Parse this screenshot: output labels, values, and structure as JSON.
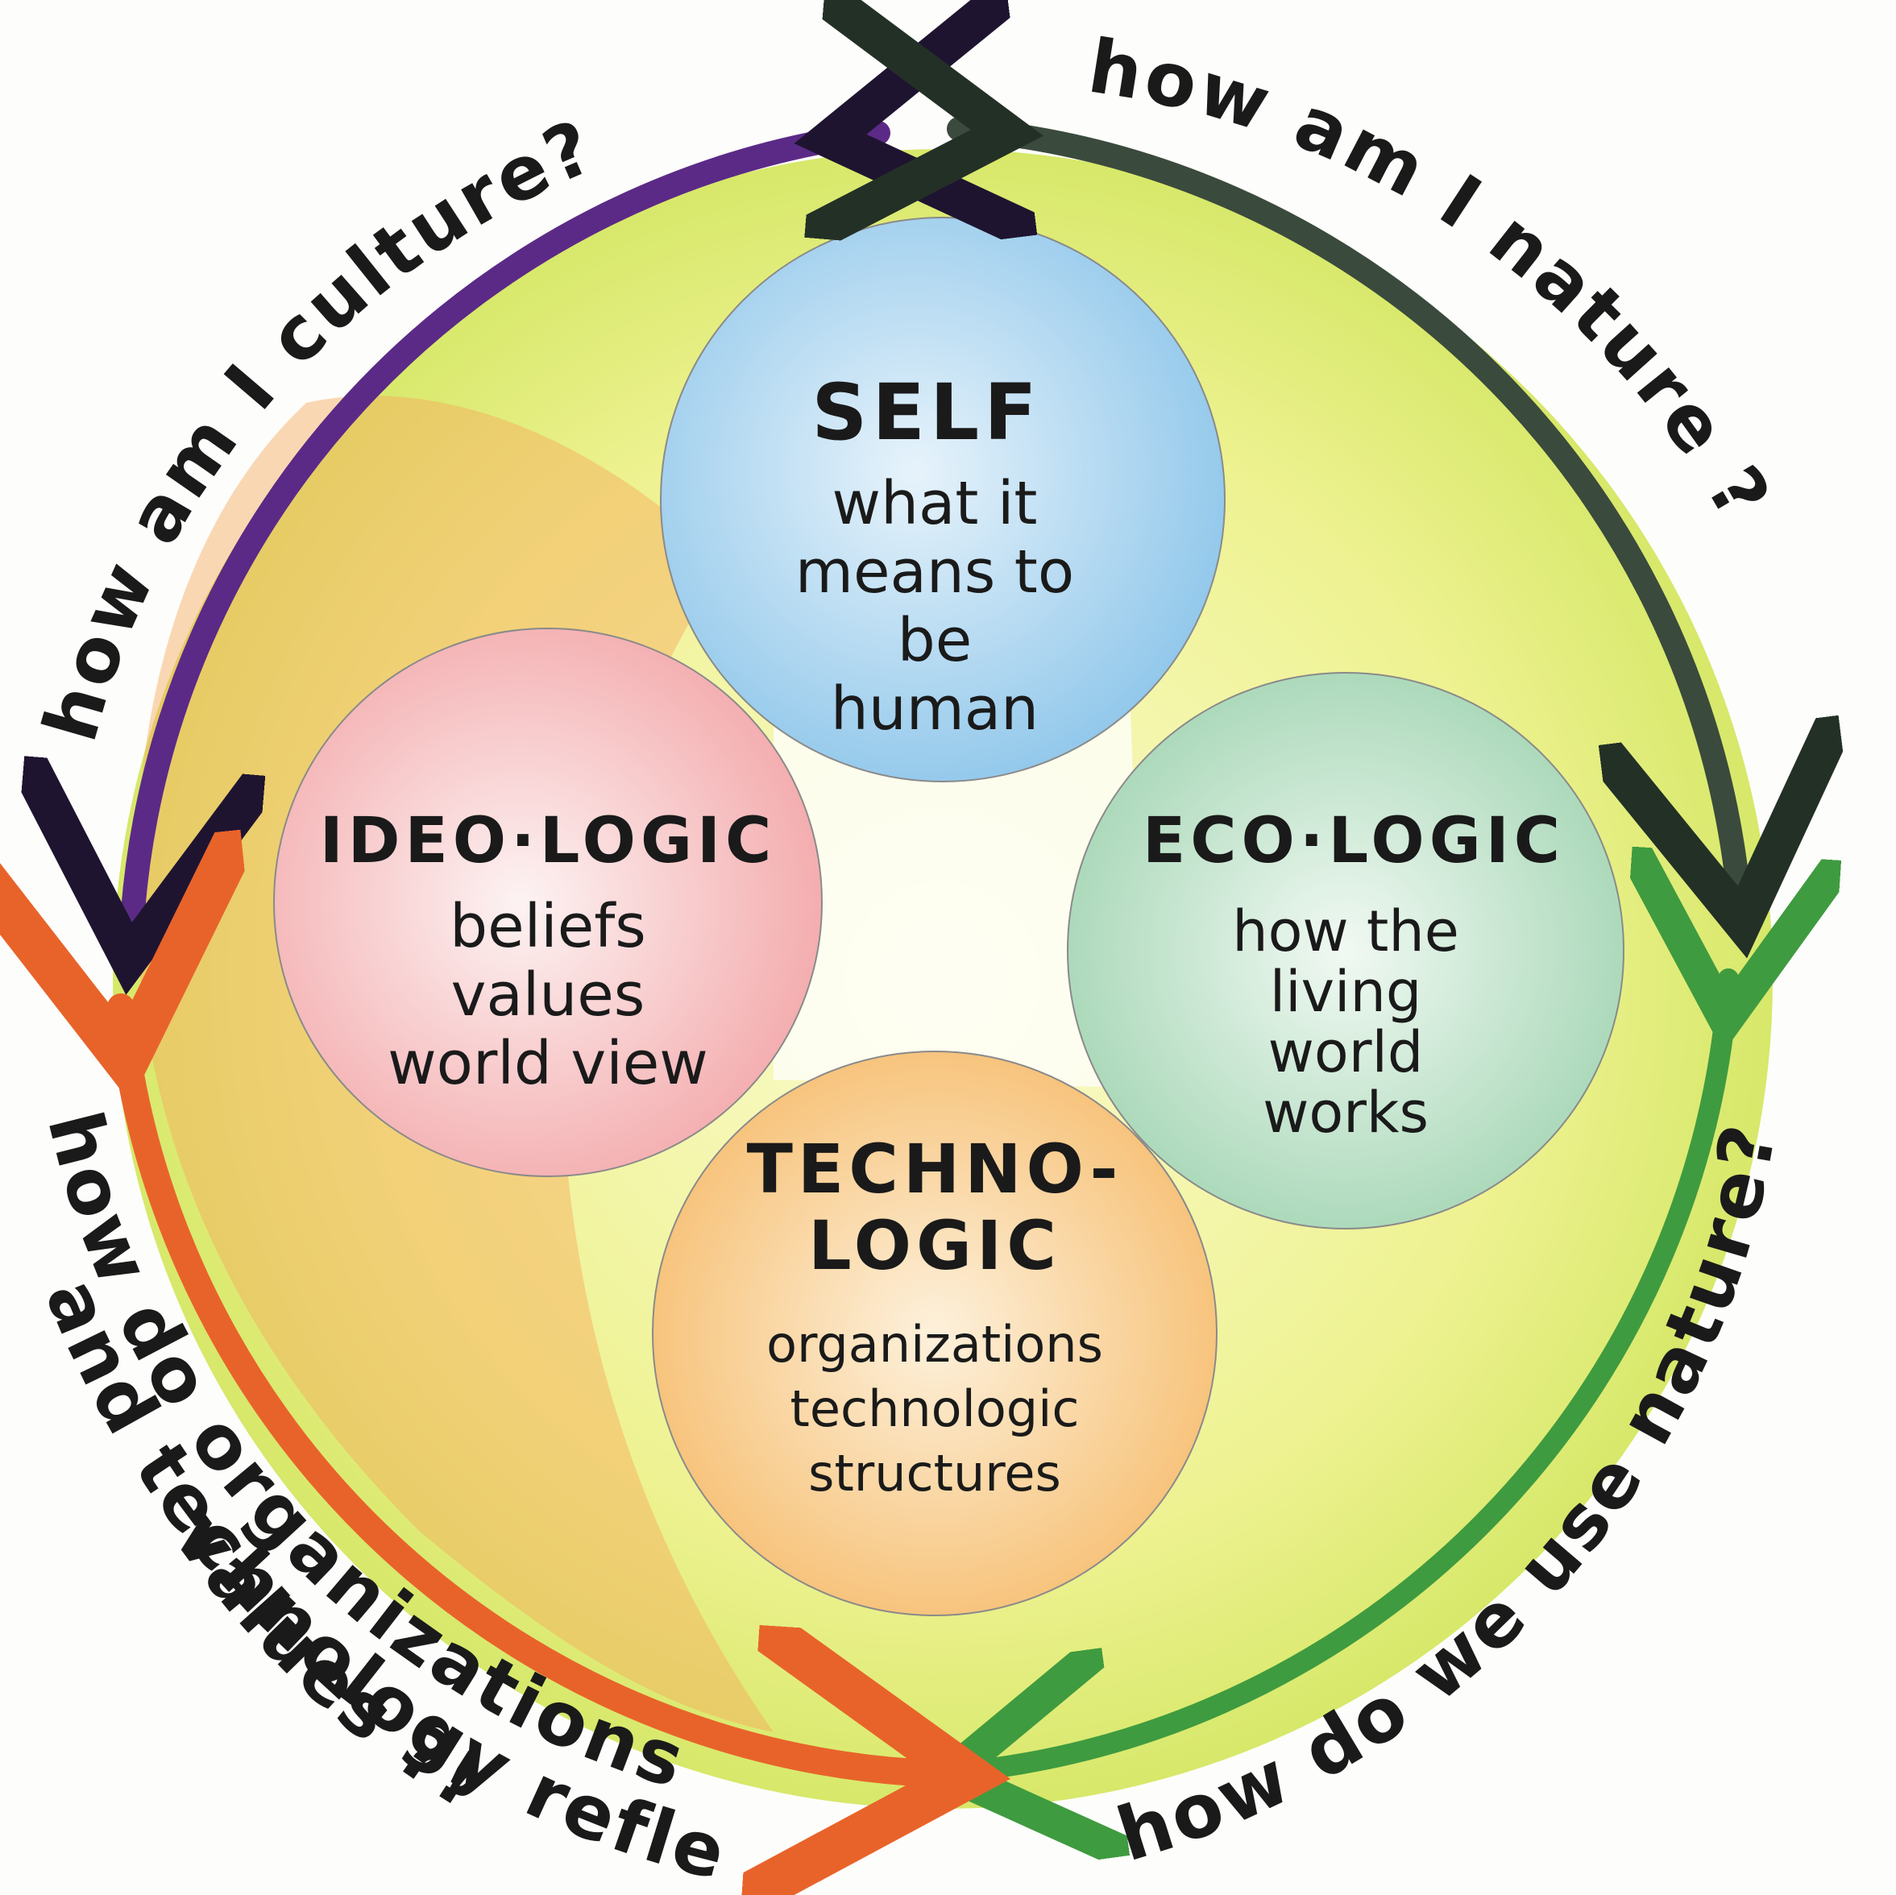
{
  "colors": {
    "outer_fill": "#eef07a",
    "self_fill": "#9fd0ec",
    "ideo_fill": "#f6b7b7",
    "eco_fill": "#b7ddc3",
    "techno_fill": "#f8c97e",
    "warm_wash": "#f7b25e",
    "arrow_culture": "#5b2a86",
    "arrow_nature": "#3a4a3c",
    "arrow_use_nature": "#3f9b3f",
    "arrow_organizations": "#e8632a",
    "ink": "#1a1a1a"
  },
  "circles": {
    "self": {
      "title": "SELF",
      "lines": [
        "what it",
        "means to",
        "be",
        "human"
      ]
    },
    "ideo": {
      "title": "IDEO·LOGIC",
      "lines": [
        "beliefs",
        "values",
        "world view"
      ]
    },
    "eco": {
      "title": "ECO·LOGIC",
      "lines": [
        "how the",
        "living",
        "world",
        "works"
      ]
    },
    "techno": {
      "title_lines": [
        "TECHNO-",
        "LOGIC"
      ],
      "lines": [
        "organizations",
        "technologic",
        "structures"
      ]
    }
  },
  "outer_questions": {
    "culture": "how am I culture?",
    "nature": "how am I nature ?",
    "use_nature": "how do we use nature?",
    "organizations_line1": "how do organizations",
    "organizations_line2": "and technology reflect",
    "organizations_line3": "values ?!"
  }
}
